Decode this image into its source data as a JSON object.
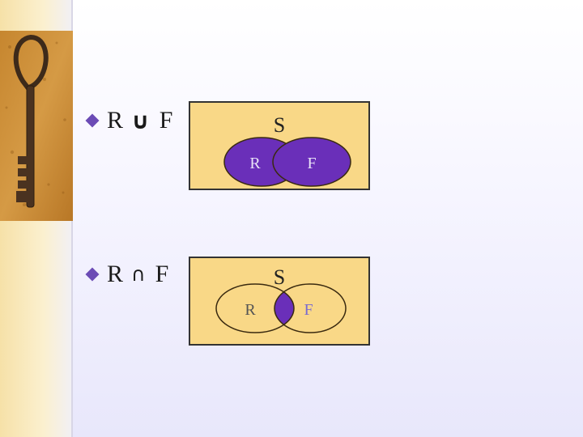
{
  "slide": {
    "union_item": {
      "left": "R",
      "operator": "∪",
      "right": "F"
    },
    "intersection_item": {
      "left": "R",
      "operator": "∩",
      "right": "F"
    }
  },
  "diagram_union": {
    "universe_label": "S",
    "set_a_label": "R",
    "set_b_label": "F"
  },
  "diagram_intersection": {
    "universe_label": "S",
    "set_a_label": "R",
    "set_b_label": "F"
  },
  "colors": {
    "box_fill": "#f9d887",
    "set_fill": "#6a2fb9",
    "outline": "#3a2a10",
    "bullet": "#6b4bb5"
  },
  "icons": {
    "bullet": "diamond-icon",
    "photo": "antique-key-image"
  }
}
